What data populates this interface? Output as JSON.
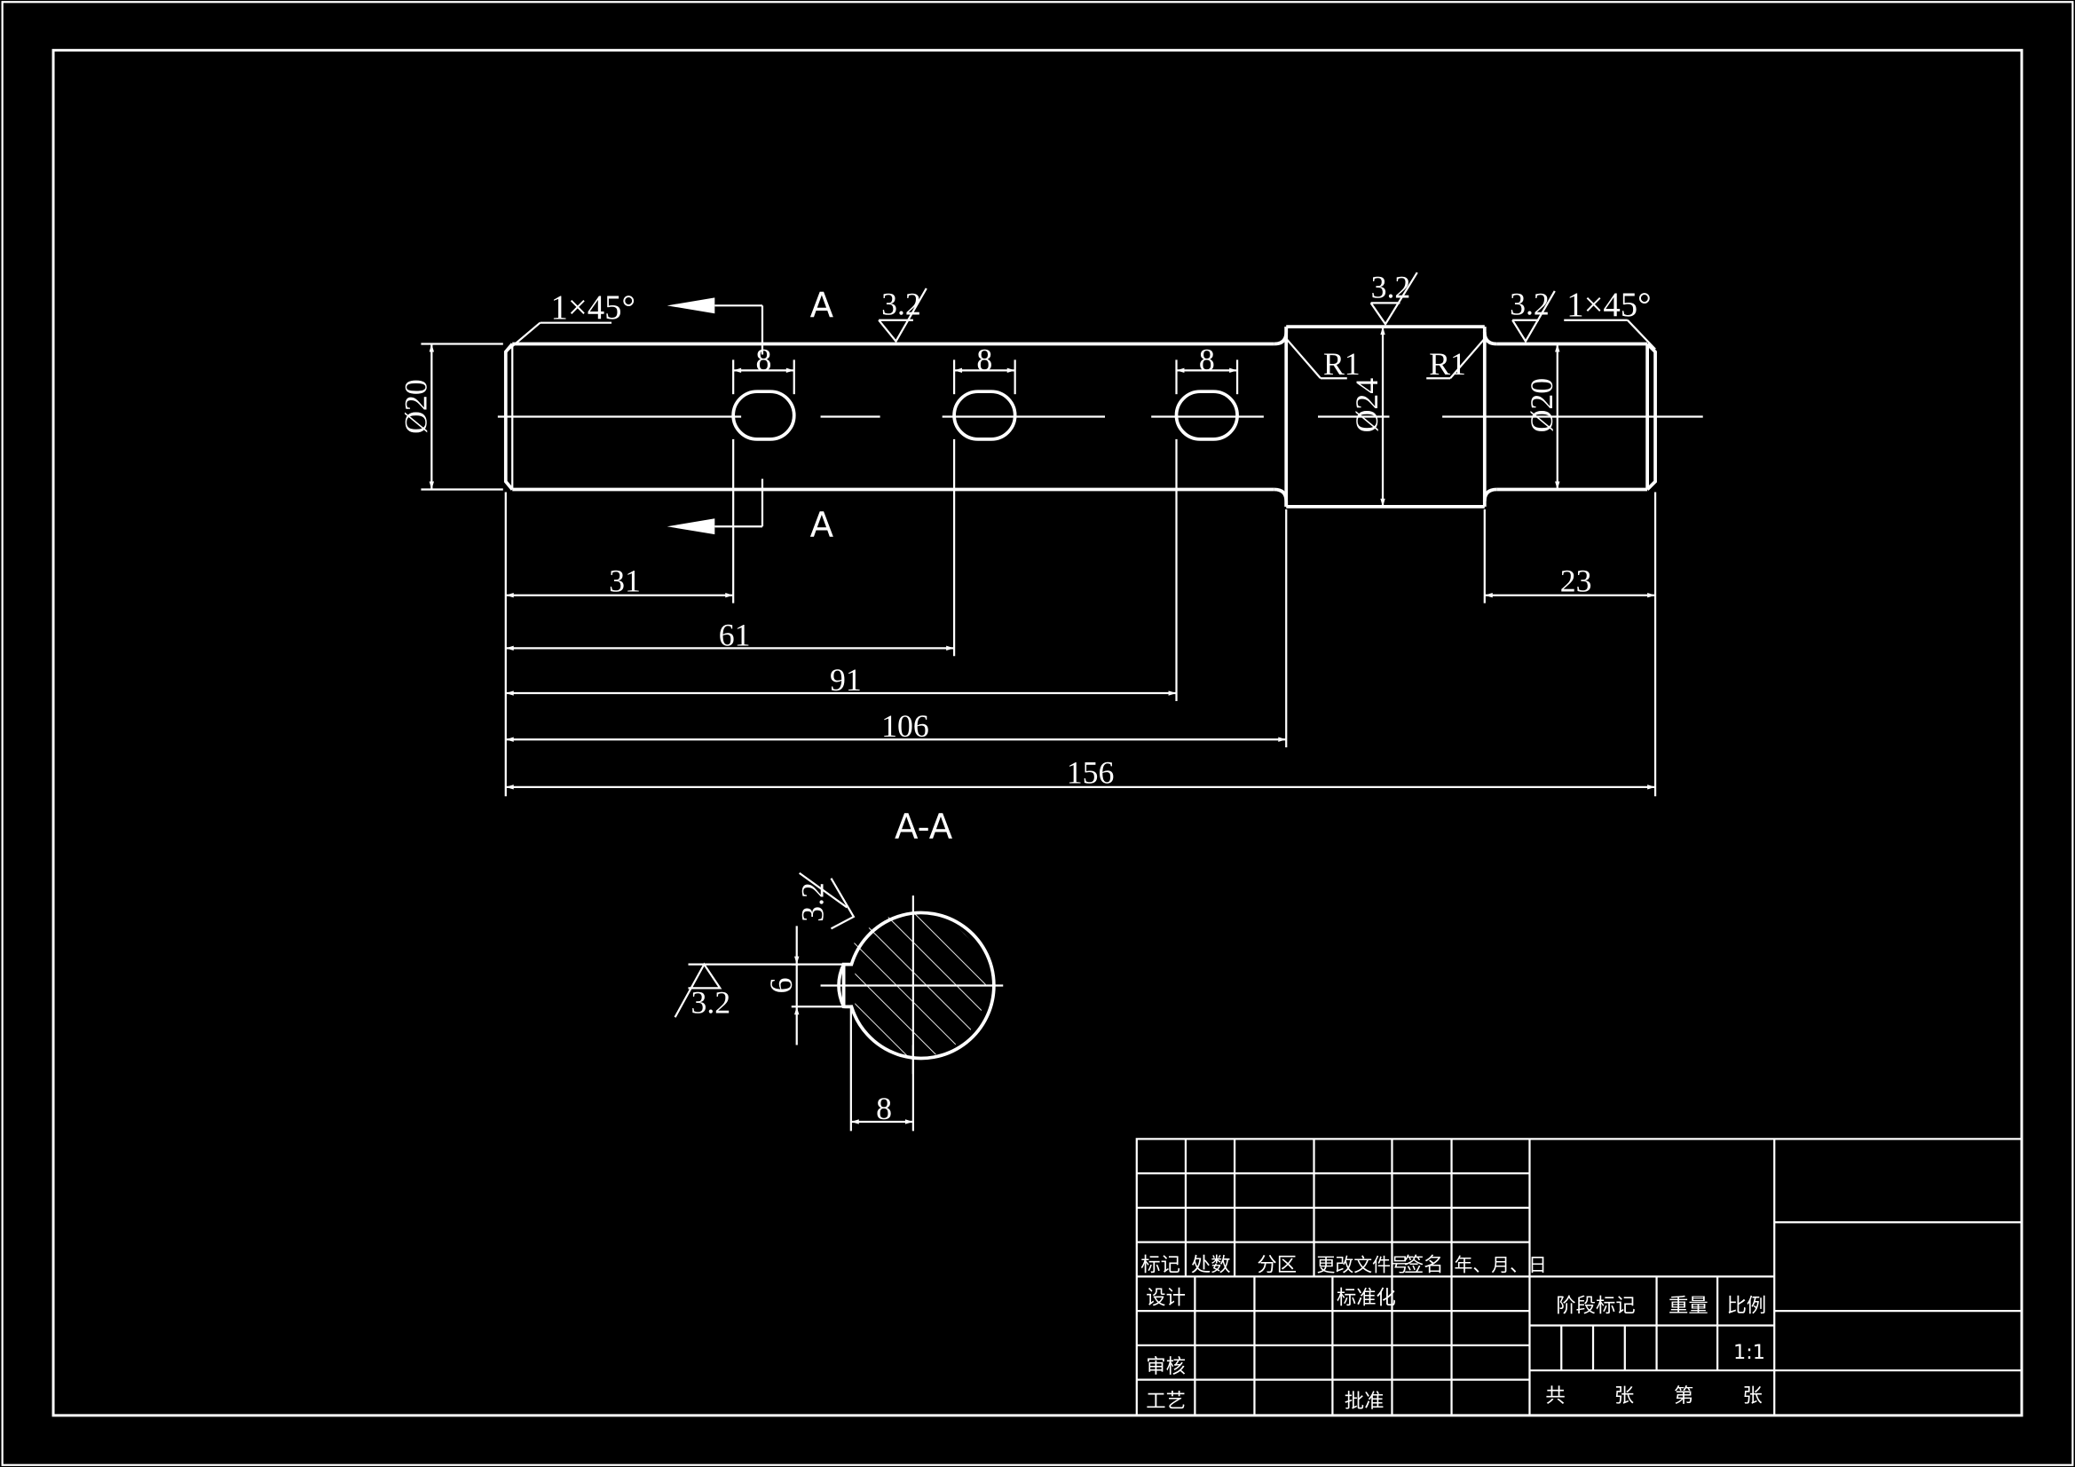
{
  "colors": {
    "background": "#000000",
    "line": "#ffffff"
  },
  "shaft": {
    "chamfer_left": "1×45°",
    "chamfer_right": "1×45°",
    "section_letter_top": "A",
    "section_letter_bottom": "A",
    "roughness_1": "3.2",
    "roughness_2": "3.2",
    "roughness_3": "3.2",
    "slot_width_1": "8",
    "slot_width_2": "8",
    "slot_width_3": "8",
    "dia_left": "Ø20",
    "dia_mid": "Ø24",
    "dia_right": "Ø20",
    "radius_left": "R1",
    "radius_right": "R1",
    "len_31": "31",
    "len_61": "61",
    "len_91": "91",
    "len_106": "106",
    "len_156": "156",
    "len_23": "23"
  },
  "section": {
    "title": "A-A",
    "roughness_top": "3.2",
    "roughness_left": "3.2",
    "depth": "6",
    "width": "8"
  },
  "title_block": {
    "h_mark": "标记",
    "h_count": "处数",
    "h_zone": "分区",
    "h_docno": "更改文件号",
    "h_sign": "签名",
    "h_date": "年、月、日",
    "design": "设计",
    "standard": "标准化",
    "review": "审核",
    "process": "工艺",
    "approve": "批准",
    "stage_mark": "阶段标记",
    "weight": "重量",
    "scale": "比例",
    "scale_value": "1:1",
    "total": "共",
    "sheets1": "张",
    "nth": "第",
    "sheets2": "张"
  }
}
